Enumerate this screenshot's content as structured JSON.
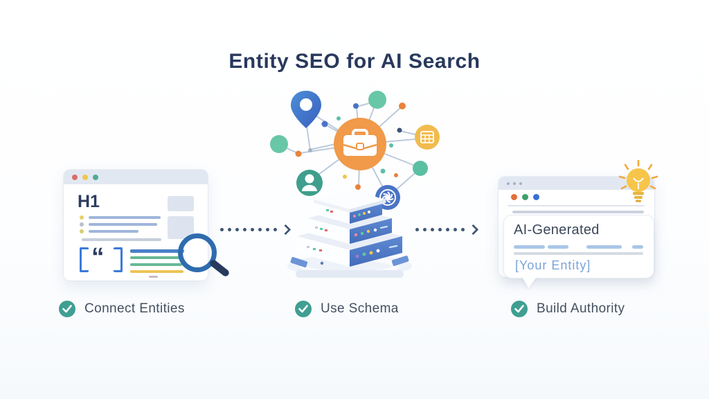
{
  "title": "Entity SEO for AI Search",
  "left_window": {
    "heading": "H1",
    "quote_glyph": "“"
  },
  "right_window": {
    "card_title": "AI-Generated",
    "card_entity": "[Your Entity]"
  },
  "steps": [
    {
      "label": "Connect Entities"
    },
    {
      "label": "Use Schema"
    },
    {
      "label": "Build Authority"
    }
  ],
  "icons": {
    "left_window": [
      "quote-icon",
      "magnifier-icon"
    ],
    "network": [
      "location-pin-icon",
      "briefcase-icon",
      "person-icon",
      "calendar-grid-icon",
      "fan-icon"
    ],
    "middle": [
      "server-stack-icon"
    ],
    "right_window": [
      "lightbulb-icon"
    ],
    "steps": [
      "check-icon",
      "check-icon",
      "check-icon"
    ]
  },
  "colors": {
    "title_navy": "#28395c",
    "accent_orange": "#f09a4a",
    "accent_teal": "#5cbfa0",
    "accent_blue": "#4a72c4",
    "accent_yellow": "#f2bb4e",
    "check_teal": "#3f9f92",
    "arrow_navy": "#3f5674"
  }
}
